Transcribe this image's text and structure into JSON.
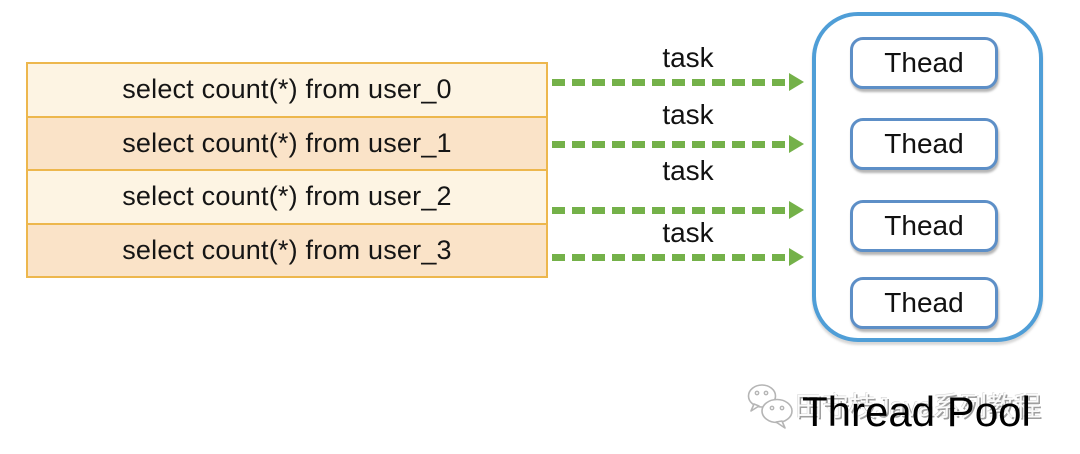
{
  "queries": [
    {
      "text": "select count(*) from user_0"
    },
    {
      "text": "select count(*) from user_1"
    },
    {
      "text": "select count(*) from user_2"
    },
    {
      "text": "select count(*) from user_3"
    }
  ],
  "arrows": [
    {
      "label": "task"
    },
    {
      "label": "task"
    },
    {
      "label": "task"
    },
    {
      "label": "task"
    }
  ],
  "pool": {
    "title": "Thread Pool",
    "threads": [
      {
        "label": "Thead"
      },
      {
        "label": "Thead"
      },
      {
        "label": "Thead"
      },
      {
        "label": "Thead"
      }
    ]
  },
  "watermark": {
    "icon": "wechat-icon",
    "text": "田守枝Java系列教程"
  },
  "colors": {
    "table_border": "#EDB74D",
    "row_light": "#FDF4E3",
    "row_dark": "#FAE3C8",
    "arrow_green": "#74B149",
    "pool_border": "#4F9ED7",
    "thread_border": "#5D8FC7",
    "watermark_gray": "#9E9E9E",
    "title_color": "#000000"
  }
}
